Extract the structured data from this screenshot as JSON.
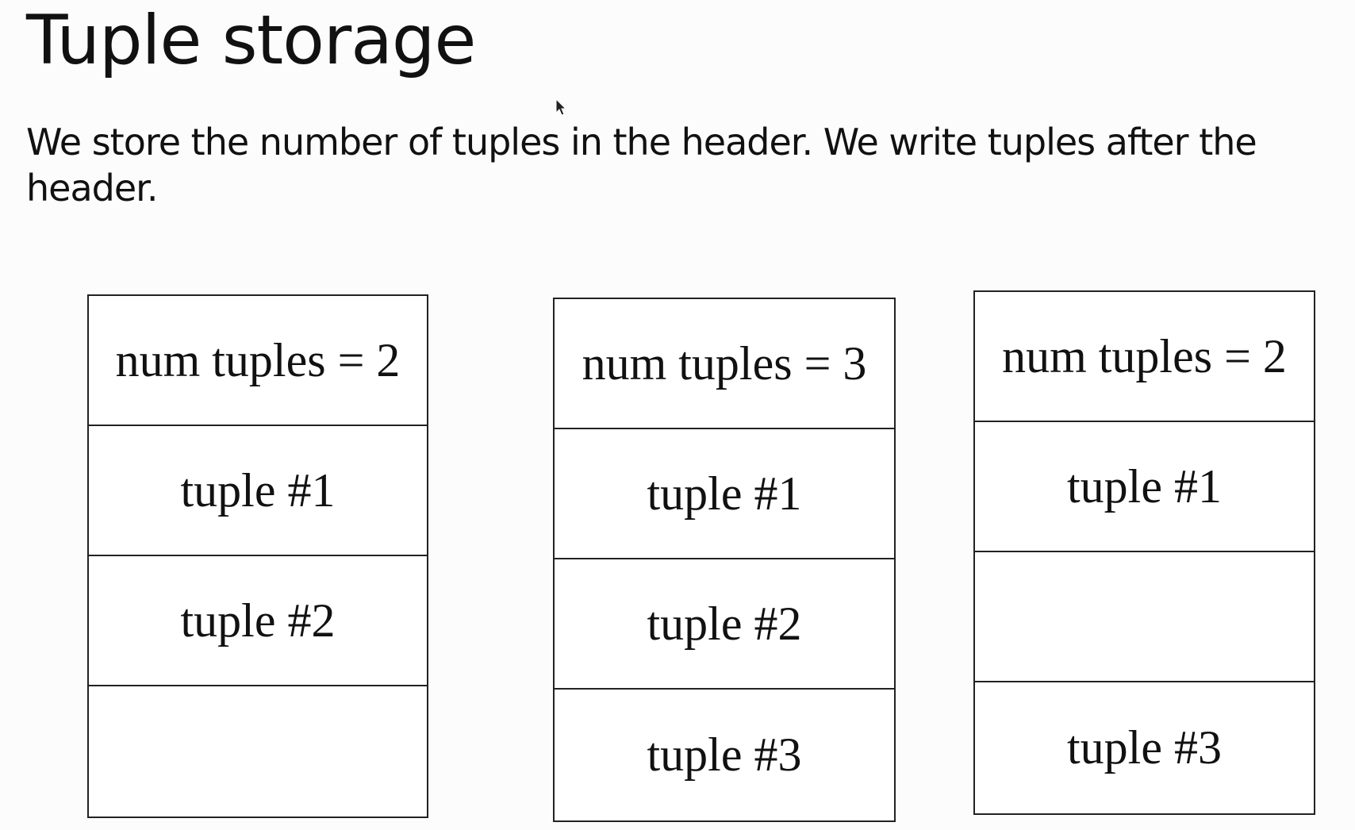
{
  "title": "Tuple storage",
  "description_line": "We store the number of tuples in the header. We write tuples after the header.",
  "blocks": [
    {
      "cells": [
        "num tuples = 2",
        "tuple #1",
        "tuple #2",
        ""
      ]
    },
    {
      "cells": [
        "num tuples = 3",
        "tuple #1",
        "tuple #2",
        "tuple #3"
      ]
    },
    {
      "cells": [
        "num tuples = 2",
        "tuple #1",
        "",
        "tuple #3"
      ]
    }
  ],
  "icons": {
    "cursor": "mouse-pointer-icon"
  }
}
